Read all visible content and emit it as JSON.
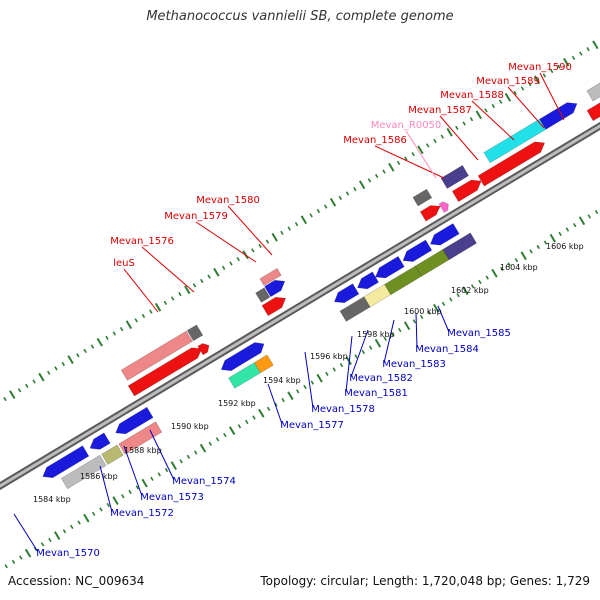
{
  "header": {
    "title": "Methanococcus vannielii SB, complete genome"
  },
  "footer": {
    "accession": "Accession: NC_009634",
    "stats": "Topology: circular; Length: 1,720,048 bp; Genes: 1,729"
  },
  "colors": {
    "forward_label": "#d80000",
    "reverse_label": "#0000c0",
    "rna_label": "#ff88bb",
    "backbone": "#8c8c8c",
    "tick": "#2e7d32",
    "gene_red": "#ee1111",
    "gene_blue": "#1a1adc",
    "gene_pink": "#ee8888",
    "gene_grey": "#bcbcbc",
    "gene_darkgrey": "#666666",
    "gene_navy": "#4a3f8c",
    "gene_cyan": "#22e0e8",
    "gene_olive": "#6e8f22",
    "gene_khaki": "#b8b870",
    "gene_cream": "#f4eaa0",
    "gene_teal": "#33e6a8",
    "gene_orange": "#ff9911",
    "gene_rna": "#ff66cc"
  },
  "scale_labels": [
    "1584 kbp",
    "1586 kbp",
    "1588 kbp",
    "1590 kbp",
    "1592 kbp",
    "1594 kbp",
    "1596 kbp",
    "1598 kbp",
    "1600 kbp",
    "1602 kbp",
    "1604 kbp",
    "1606 kbp"
  ],
  "forward_labels": [
    "Mevan_1590",
    "Mevan_1589",
    "Mevan_1588",
    "Mevan_1587",
    "Mevan_1586",
    "Mevan_1580",
    "Mevan_1579",
    "Mevan_1576",
    "leuS"
  ],
  "rna_labels": [
    "Mevan_R0050"
  ],
  "reverse_labels": [
    "Mevan_1585",
    "Mevan_1584",
    "Mevan_1583",
    "Mevan_1582",
    "Mevan_1581",
    "Mevan_1578",
    "Mevan_1577",
    "Mevan_1574",
    "Mevan_1573",
    "Mevan_1572",
    "Mevan_1570"
  ]
}
